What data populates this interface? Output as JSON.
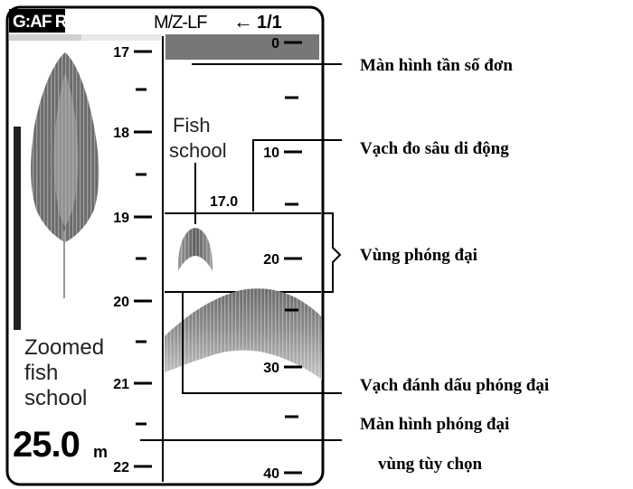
{
  "header": {
    "left_text": "G:AF R:A",
    "mode_text": "M/Z-LF",
    "arrow_glyph": "←",
    "page_text": "1/1"
  },
  "left_panel": {
    "depth_labels": [
      "17",
      "18",
      "19",
      "20",
      "21",
      "22"
    ],
    "zoomed_fish_school_lines": [
      "Zoomed",
      "fish",
      "school"
    ],
    "depth_value": "25.0",
    "depth_unit": "m"
  },
  "right_panel": {
    "fish_school_lines": [
      "Fish",
      "school"
    ],
    "depth_scale_labels": [
      "0",
      "10",
      "20",
      "30",
      "40"
    ],
    "vrm_value": "17.0"
  },
  "callouts": {
    "single_freq": "Màn hình tần số đơn",
    "vrm": "Vạch đo sâu di động",
    "zoom_area": "Vùng phóng đại",
    "zoom_marker": "Vạch đánh dấu phóng đại",
    "zoom_display_line1": "Màn hình phóng đại",
    "zoom_display_line2": "vùng tùy chọn"
  },
  "colors": {
    "screen_border": "#000000",
    "header_bar_left": "#d9d9d9",
    "header_bar_right": "#7a7a7a",
    "echo_dark": "#555555",
    "echo_light": "#aaaaaa"
  }
}
